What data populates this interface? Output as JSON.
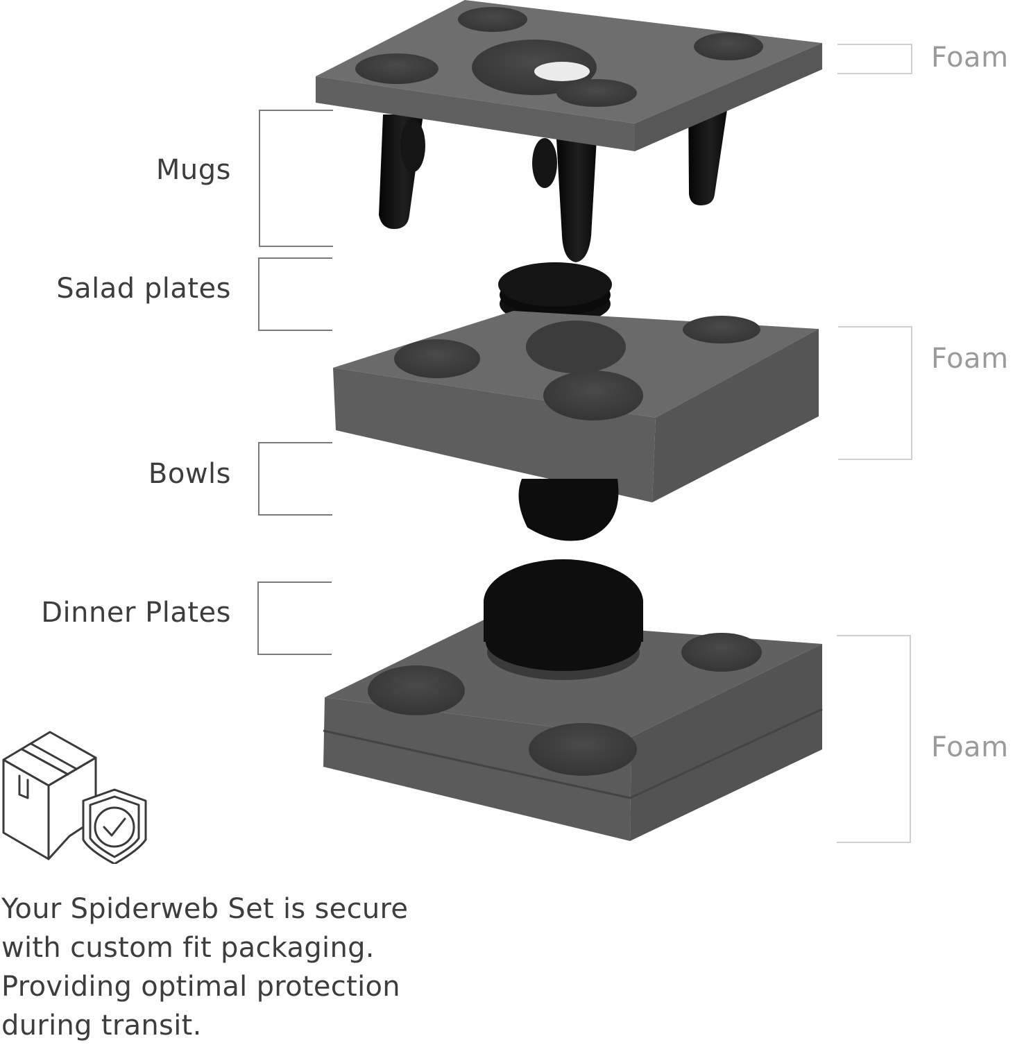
{
  "diagram": {
    "type": "exploded-packaging-diagram",
    "left_labels": [
      {
        "id": "mugs",
        "text": "Mugs"
      },
      {
        "id": "salad-plates",
        "text": "Salad plates"
      },
      {
        "id": "bowls",
        "text": "Bowls"
      },
      {
        "id": "dinner-plates",
        "text": "Dinner Plates"
      }
    ],
    "right_labels": [
      {
        "id": "foam-top",
        "text": "Foam"
      },
      {
        "id": "foam-middle",
        "text": "Foam"
      },
      {
        "id": "foam-bottom",
        "text": "Foam"
      }
    ],
    "colors": {
      "foam": "#5f5f5f",
      "foam_top": "#6b6b6b",
      "foam_side": "#555555",
      "dishware": "#0e0e0e",
      "left_text": "#3d3d3d",
      "right_text": "#9a9a9a",
      "left_bracket": "#7a7a7a",
      "right_bracket": "#cfcfcf"
    }
  },
  "badge": {
    "icon": "package-shield-check-icon"
  },
  "caption": {
    "lines": [
      "Your Spiderweb Set is secure",
      "with custom fit packaging.",
      "Providing optimal protection",
      "during transit."
    ]
  }
}
